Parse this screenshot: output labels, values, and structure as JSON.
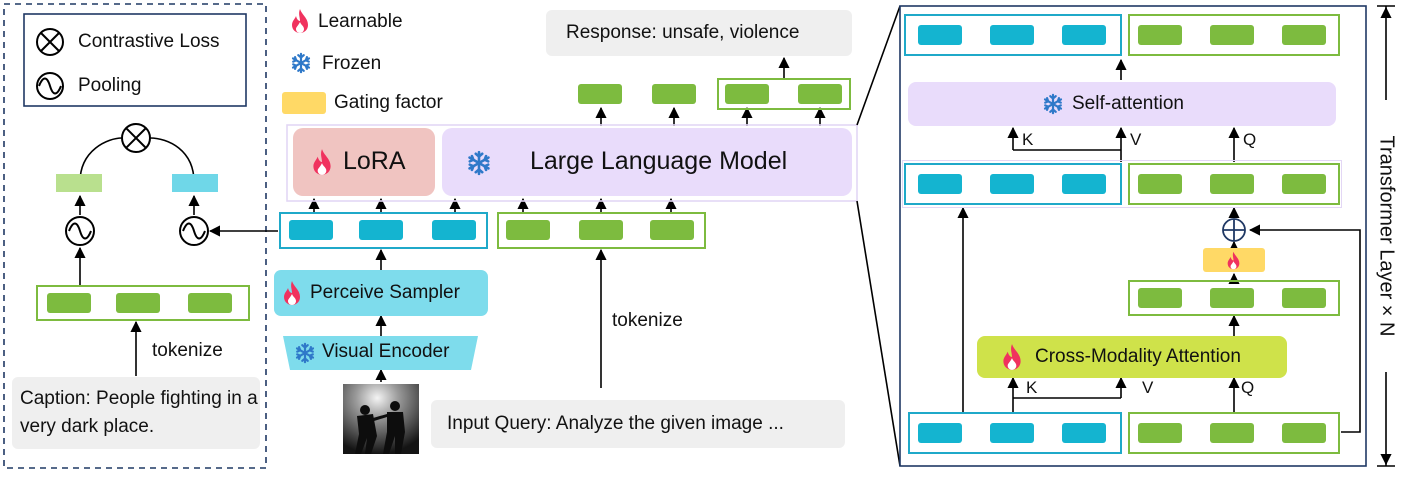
{
  "legend": {
    "contrastive_loss": "Contrastive Loss",
    "pooling": "Pooling",
    "learnable": "Learnable",
    "frozen": "Frozen",
    "gating_factor": "Gating factor"
  },
  "left_panel": {
    "tokenize": "tokenize",
    "caption": "Caption: People fighting in a very dark place."
  },
  "middle": {
    "response": "Response: unsafe, violence",
    "lora": "LoRA",
    "llm": "Large Language Model",
    "perceive_sampler": "Perceive Sampler",
    "visual_encoder": "Visual Encoder",
    "tokenize": "tokenize",
    "input_query": "Input Query: Analyze the given image ..."
  },
  "right_panel": {
    "self_attention": "Self-attention",
    "cross_attention": "Cross-Modality Attention",
    "k": "K",
    "v": "V",
    "q": "Q",
    "side_label": "Transformer Layer × N"
  },
  "colors": {
    "visual_token": "#14b4d0",
    "text_token": "#7dbb3f",
    "lora_bg": "#f0c4c1",
    "llm_bg": "#e9dcfb",
    "sampler_bg": "#7edcec",
    "cross_attn_bg": "#cfe24a",
    "gate": "#ffd966",
    "flame": "#f0325e",
    "snowflake": "#2f79c9"
  },
  "icons": [
    "flame-icon",
    "snowflake-icon",
    "cross-circle-icon",
    "wave-circle-icon"
  ]
}
